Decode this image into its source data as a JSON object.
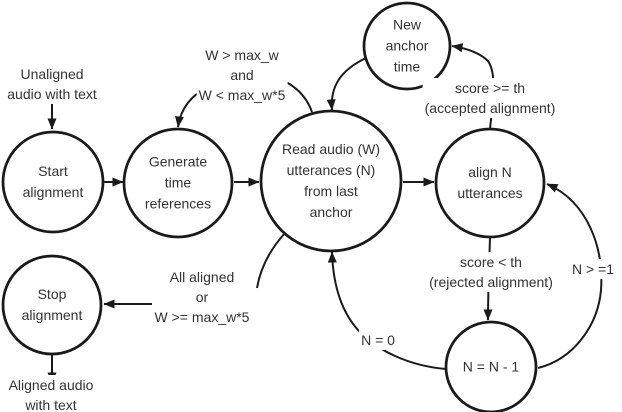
{
  "diagram": {
    "nodes": {
      "start": {
        "label": "Start\nalignment"
      },
      "generate": {
        "label": "Generate\ntime\nreferences"
      },
      "read": {
        "label": "Read audio (W)\nutterances (N)\nfrom last\nanchor"
      },
      "align": {
        "label": "align N\nutterances"
      },
      "new_anchor": {
        "label": "New\nanchor\ntime"
      },
      "decrement": {
        "label": "N = N - 1"
      },
      "stop": {
        "label": "Stop\nalignment"
      }
    },
    "edge_labels": {
      "input": "Unaligned\naudio with text",
      "window_condition": "W > max_w\nand\nW < max_w*5",
      "accepted": "score >= th\n(accepted alignment)",
      "rejected": "score < th\n(rejected alignment)",
      "n_zero": "N = 0",
      "n_ge_one": "N > =1",
      "all_aligned": "All aligned\nor\nW >= max_w*5",
      "output": "Aligned audio\nwith text"
    },
    "colors": {
      "line": "#1a1a1a",
      "text": "#333333",
      "background": "#ffffff"
    }
  }
}
